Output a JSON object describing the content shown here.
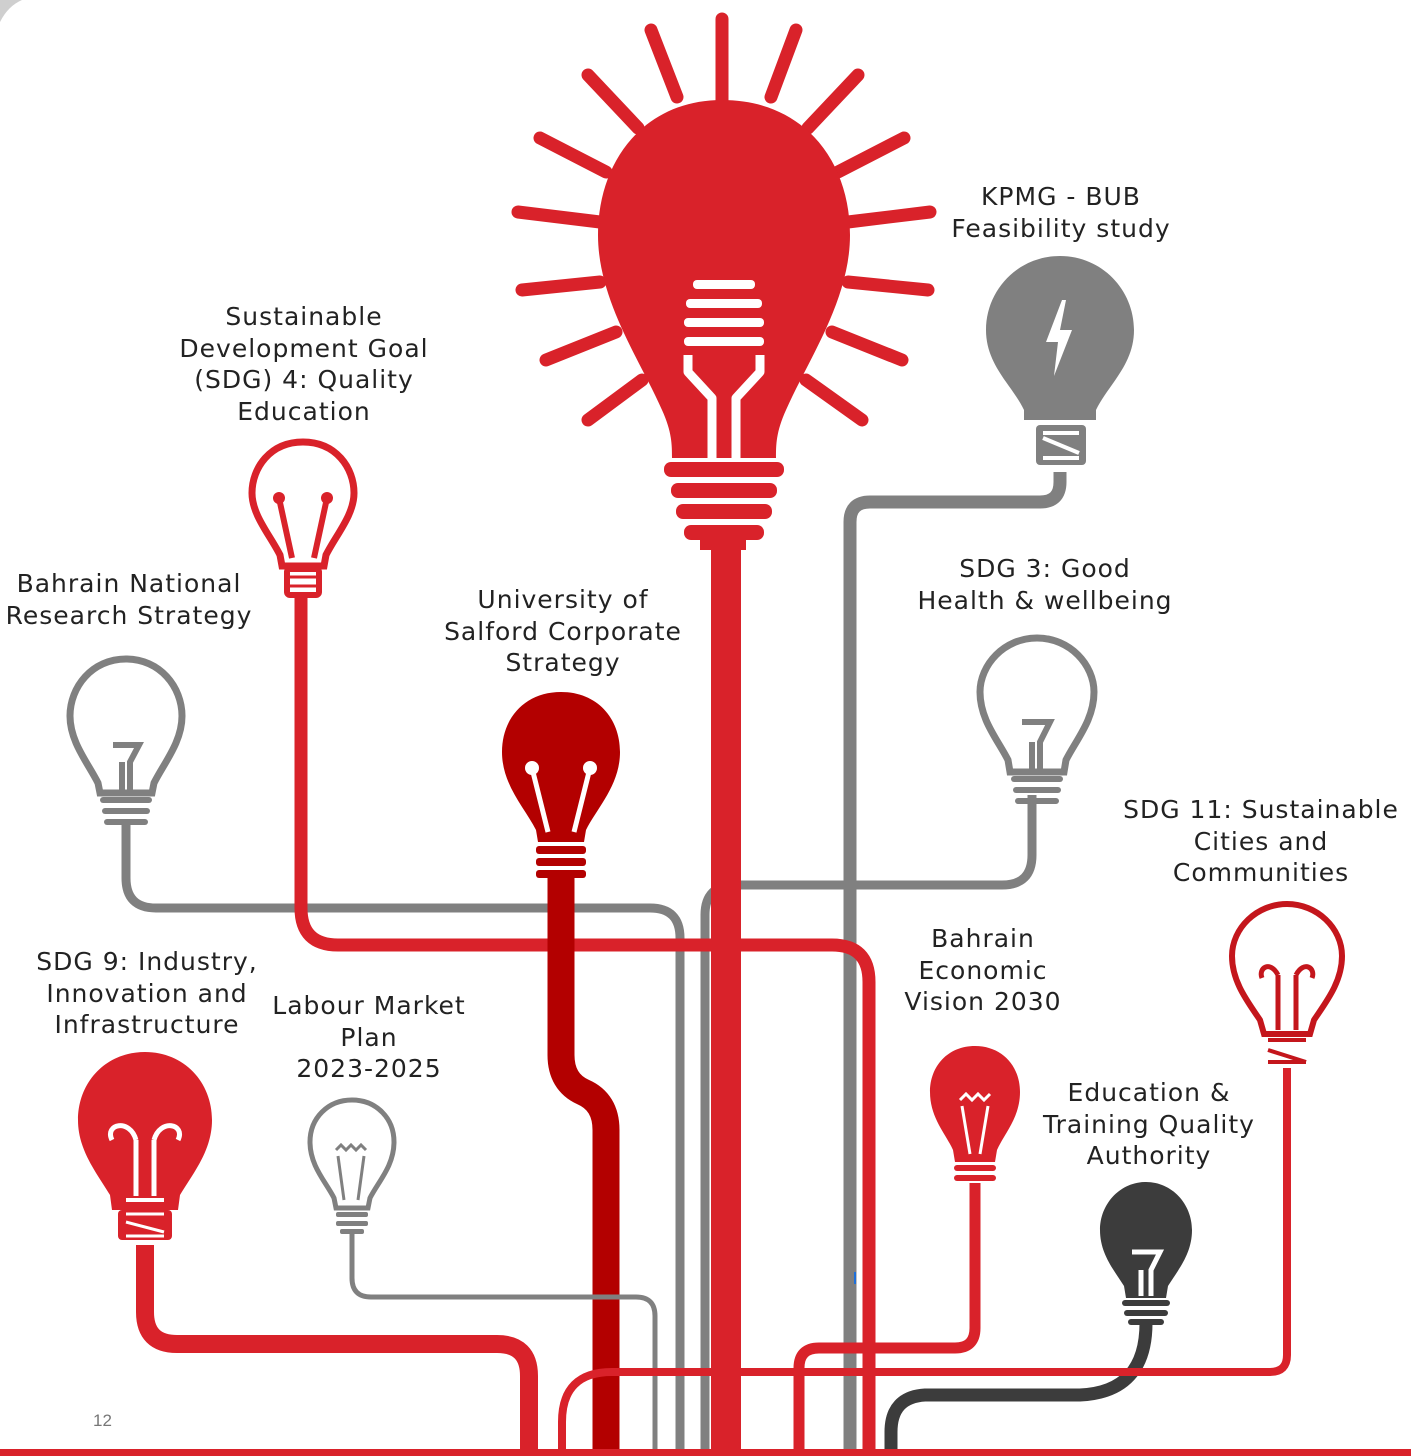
{
  "colors": {
    "red": "#d9222a",
    "dark_red": "#b30000",
    "mid_red": "#c4161c",
    "gray": "#808080",
    "dark_gray": "#3c3c3c",
    "white": "#ffffff"
  },
  "page_number": "12",
  "central_bulb": {
    "icon": "central-lightbulb-icon"
  },
  "labels": {
    "kpmg": [
      "KPMG - BUB",
      "Feasibility study"
    ],
    "sdg4": [
      "Sustainable",
      "Development Goal",
      "(SDG) 4: Quality",
      "Education"
    ],
    "bnrs": [
      "Bahrain National",
      "Research Strategy"
    ],
    "salford": [
      "University of",
      "Salford Corporate",
      "Strategy"
    ],
    "sdg3": [
      "SDG 3: Good",
      "Health & wellbeing"
    ],
    "sdg11": [
      "SDG 11: Sustainable",
      "Cities and",
      "Communities"
    ],
    "vision2030": [
      "Bahrain",
      "Economic",
      "Vision 2030"
    ],
    "sdg9": [
      "SDG 9: Industry,",
      "Innovation and",
      "Infrastructure"
    ],
    "labour": [
      "Labour Market",
      "Plan",
      "2023-2025"
    ],
    "etqa": [
      "Education &",
      "Training Quality",
      "Authority"
    ]
  }
}
